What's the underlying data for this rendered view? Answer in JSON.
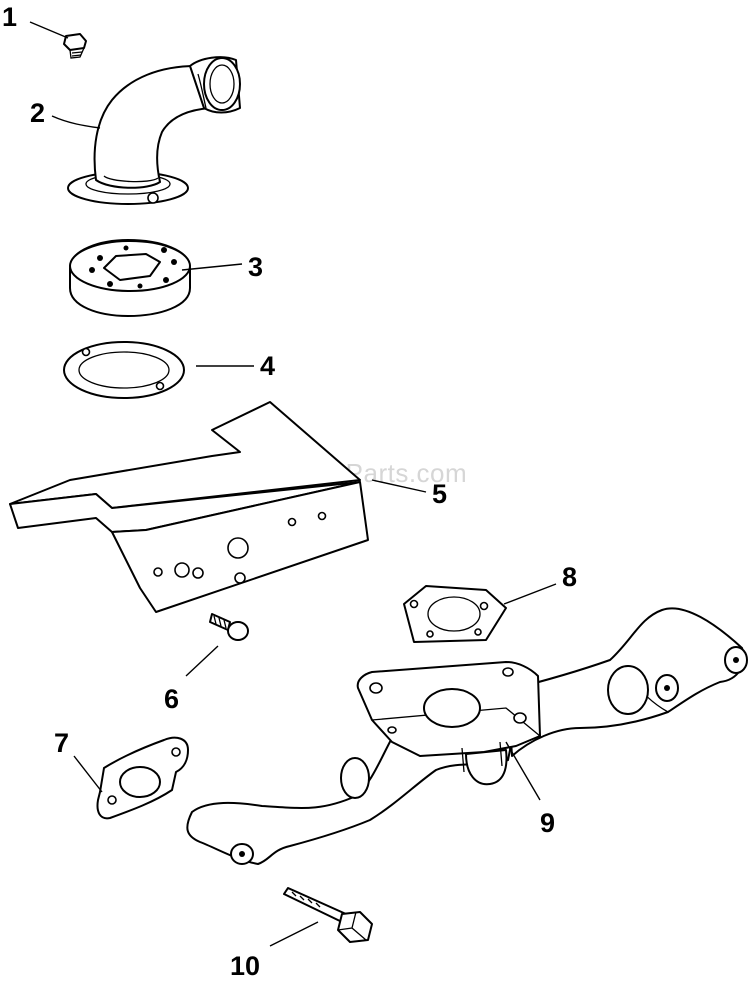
{
  "watermark": "eReplacementParts.com",
  "callouts": [
    {
      "id": "1",
      "label": "1",
      "part": "screw"
    },
    {
      "id": "2",
      "label": "2",
      "part": "elbow"
    },
    {
      "id": "3",
      "label": "3",
      "part": "spacer"
    },
    {
      "id": "4",
      "label": "4",
      "part": "gasket"
    },
    {
      "id": "5",
      "label": "5",
      "part": "heat-shield"
    },
    {
      "id": "6",
      "label": "6",
      "part": "screw"
    },
    {
      "id": "7",
      "label": "7",
      "part": "gasket"
    },
    {
      "id": "8",
      "label": "8",
      "part": "gasket"
    },
    {
      "id": "9",
      "label": "9",
      "part": "intake-manifold"
    },
    {
      "id": "10",
      "label": "10",
      "part": "bolt"
    }
  ]
}
